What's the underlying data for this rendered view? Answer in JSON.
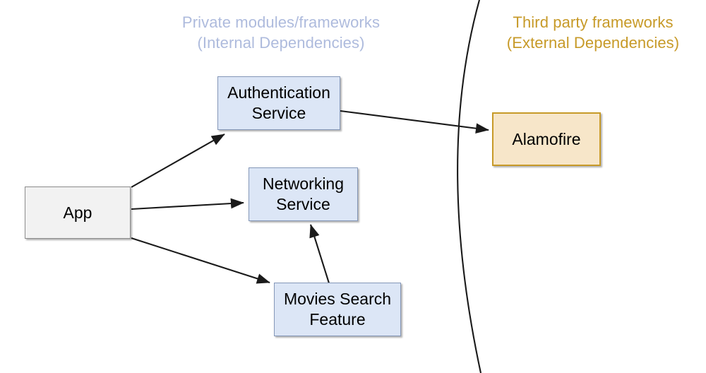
{
  "diagram": {
    "title_internal": "Private modules/frameworks\n(Internal Dependencies)",
    "title_external": "Third party frameworks\n(External Dependencies)",
    "colors": {
      "internal_caption": "#aebbdd",
      "external_caption": "#c79a28",
      "internal_box_fill": "#dce6f6",
      "internal_box_border": "#8497b8",
      "app_box_fill": "#f2f2f2",
      "app_box_border": "#8c8c8c",
      "external_box_fill": "#f7e6c9",
      "external_box_border": "#c79a28",
      "arrow": "#1a1a1a",
      "divider": "#1a1a1a",
      "background": "#ffffff"
    },
    "nodes": [
      {
        "id": "app",
        "label": "App",
        "group": "app"
      },
      {
        "id": "auth",
        "label": "Authentication\nService",
        "group": "internal"
      },
      {
        "id": "networking",
        "label": "Networking\nService",
        "group": "internal"
      },
      {
        "id": "movies",
        "label": "Movies Search\nFeature",
        "group": "internal"
      },
      {
        "id": "alamofire",
        "label": "Alamofire",
        "group": "external"
      }
    ],
    "edges": [
      {
        "from": "app",
        "to": "auth"
      },
      {
        "from": "app",
        "to": "networking"
      },
      {
        "from": "app",
        "to": "movies"
      },
      {
        "from": "movies",
        "to": "networking"
      },
      {
        "from": "auth",
        "to": "alamofire"
      }
    ],
    "divider": {
      "name": "boundary-curve",
      "shape": "arc"
    }
  }
}
